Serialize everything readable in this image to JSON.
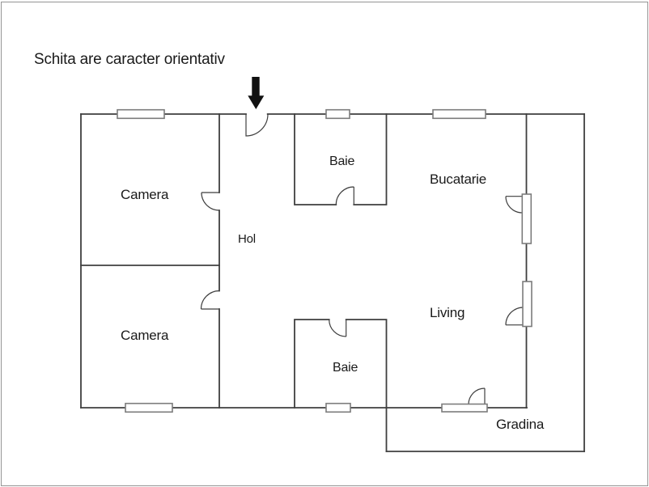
{
  "disclaimer": "Schita are caracter orientativ",
  "rooms": {
    "camera_top": {
      "label": "Camera"
    },
    "camera_bottom": {
      "label": "Camera"
    },
    "hol": {
      "label": "Hol"
    },
    "baie_top": {
      "label": "Baie"
    },
    "baie_bottom": {
      "label": "Baie"
    },
    "bucatarie": {
      "label": "Bucatarie"
    },
    "living": {
      "label": "Living"
    },
    "gradina": {
      "label": "Gradina"
    }
  },
  "icons": {
    "entrance_arrow": "down-arrow"
  },
  "colors": {
    "wall": "#3f3f3f",
    "window_frame": "#7c7c7c",
    "window_fill": "#ffffff",
    "arrow": "#111111",
    "text": "#1a1a1a",
    "border": "#949494",
    "background": "#ffffff"
  }
}
